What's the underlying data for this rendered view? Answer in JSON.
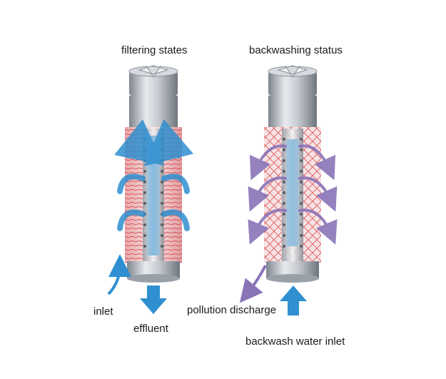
{
  "labels": {
    "filtering_title": "filtering states",
    "backwashing_title": "backwashing status",
    "inlet": "inlet",
    "effluent": "effluent",
    "pollution_discharge": "pollution discharge",
    "backwash_water_inlet": "backwash water inlet"
  },
  "colors": {
    "mesh": "#d9434a",
    "mesh_bg": "#f5c9c9",
    "metal_light": "#e4e6ea",
    "metal_dark": "#8d939b",
    "flow_blue": "#2f8fd0",
    "flow_purple": "#8a74b8"
  }
}
